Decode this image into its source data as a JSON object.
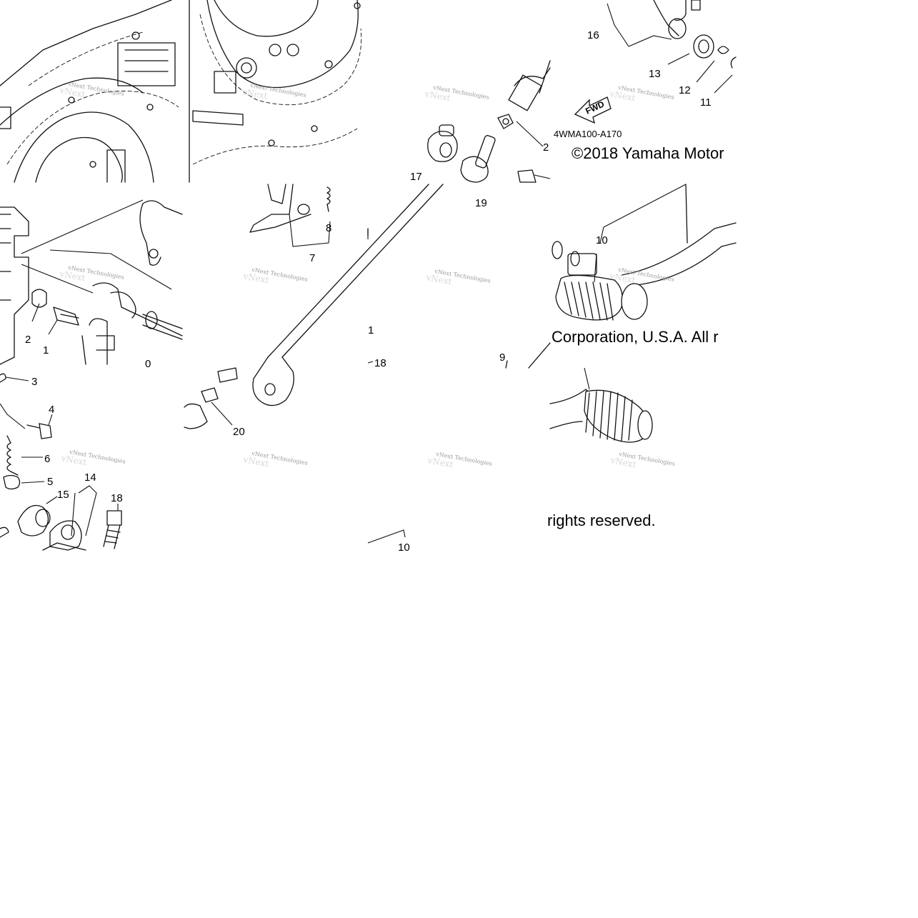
{
  "diagram": {
    "part_code": "4WMA100-A170",
    "copyright_line_1": "©2018 Yamaha Motor",
    "copyright_line_2": "Corporation, U.S.A. All r",
    "copyright_line_3": "rights reserved.",
    "fwd_label": "FWD",
    "watermark_line_1": "vNext Technologies",
    "watermark_line_2": "vNext Technologies",
    "partial_callouts": {
      "frag_0": "0",
      "frag_21": "1",
      "frag_18": "18",
      "frag_2": "2"
    },
    "callouts": {
      "c1": "1",
      "c2": "2",
      "c3": "3",
      "c4": "4",
      "c5": "5",
      "c6": "6",
      "c7": "7",
      "c8": "8",
      "c9": "9",
      "c10a": "10",
      "c10b": "10",
      "c11": "11",
      "c12": "12",
      "c13": "13",
      "c14": "14",
      "c15": "15",
      "c16": "16",
      "c17": "17",
      "c18": "18",
      "c19": "19",
      "c20": "20"
    }
  }
}
